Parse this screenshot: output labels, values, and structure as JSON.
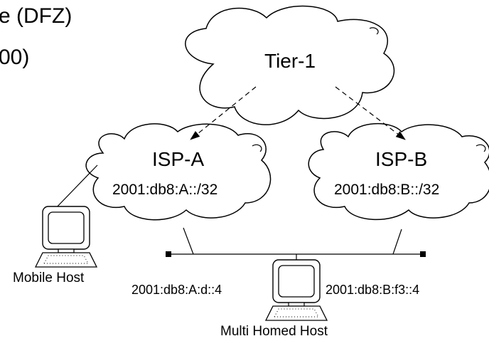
{
  "header": {
    "line1": "e (DFZ)",
    "line2": "00)"
  },
  "clouds": {
    "tier1": {
      "label": "Tier-1"
    },
    "isp_a": {
      "label": "ISP-A",
      "prefix": "2001:db8:A::/32"
    },
    "isp_b": {
      "label": "ISP-B",
      "prefix": "2001:db8:B::/32"
    }
  },
  "hosts": {
    "mobile": {
      "label": "Mobile Host"
    },
    "multihomed": {
      "label": "Multi Homed Host",
      "addr_a": "2001:db8:A:d::4",
      "addr_b": "2001:db8:B:f3::4"
    }
  },
  "icons": [
    "cloud-icon",
    "computer-icon",
    "arrow-icon"
  ]
}
